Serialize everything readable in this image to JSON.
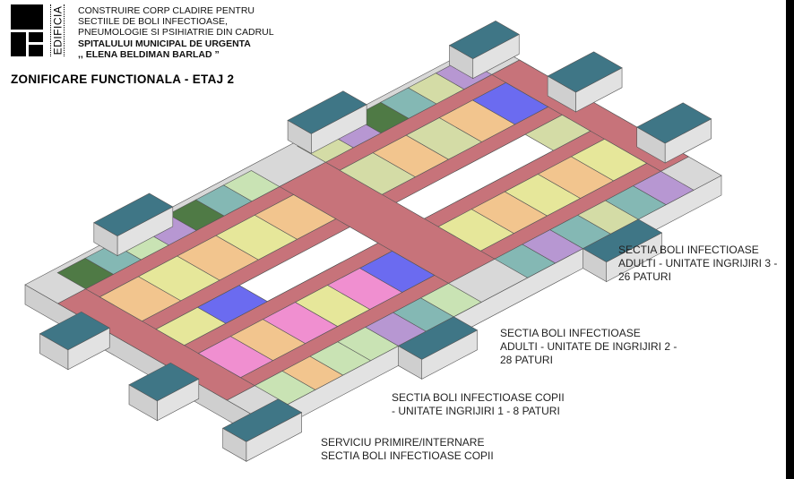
{
  "logo": {
    "text": "EDIFICIA"
  },
  "project": {
    "lines": [
      "CONSTRUIRE CORP CLADIRE PENTRU",
      "SECTIILE DE BOLI INFECTIOASE,",
      "PNEUMOLOGIE SI PSIHIATRIE DIN CADRUL"
    ],
    "bold_lines": [
      "SPITALULUI MUNICIPAL DE URGENTA",
      ",, ELENA BELDIMAN BARLAD ”"
    ]
  },
  "title": "ZONIFICARE FUNCTIONALA - ETAJ 2",
  "labels": [
    {
      "lines": [
        "SECTIA BOLI INFECTIOASE",
        "ADULTI - UNITATE INGRIJIRI 3 -",
        "26 PATURI"
      ]
    },
    {
      "lines": [
        "SECTIA BOLI INFECTIOASE",
        "ADULTI - UNITATE DE INGRIJIRI 2 -",
        "28 PATURI"
      ]
    },
    {
      "lines": [
        "SECTIA BOLI INFECTIOASE COPII",
        "- UNITATE INGRIJIRI 1 - 8 PATURI"
      ]
    },
    {
      "lines": [
        "SERVICIU PRIMIRE/INTERNARE",
        "SECTIA BOLI INFECTIOASE COPII"
      ]
    }
  ],
  "colors": {
    "corridor": "#c7737a",
    "stair": "#3f7686",
    "green": "#c9e3b4",
    "darkgreen": "#4f7a45",
    "orange": "#f2c58e",
    "yellow": "#e6e79a",
    "olive": "#d4dca6",
    "pink": "#f08fd0",
    "blue": "#6b6bf0",
    "purple": "#b797d2",
    "teal": "#84b8b4",
    "wall": "#e2e2e2",
    "wall_dark": "#5a5a5a",
    "courtyard": "#ffffff"
  }
}
